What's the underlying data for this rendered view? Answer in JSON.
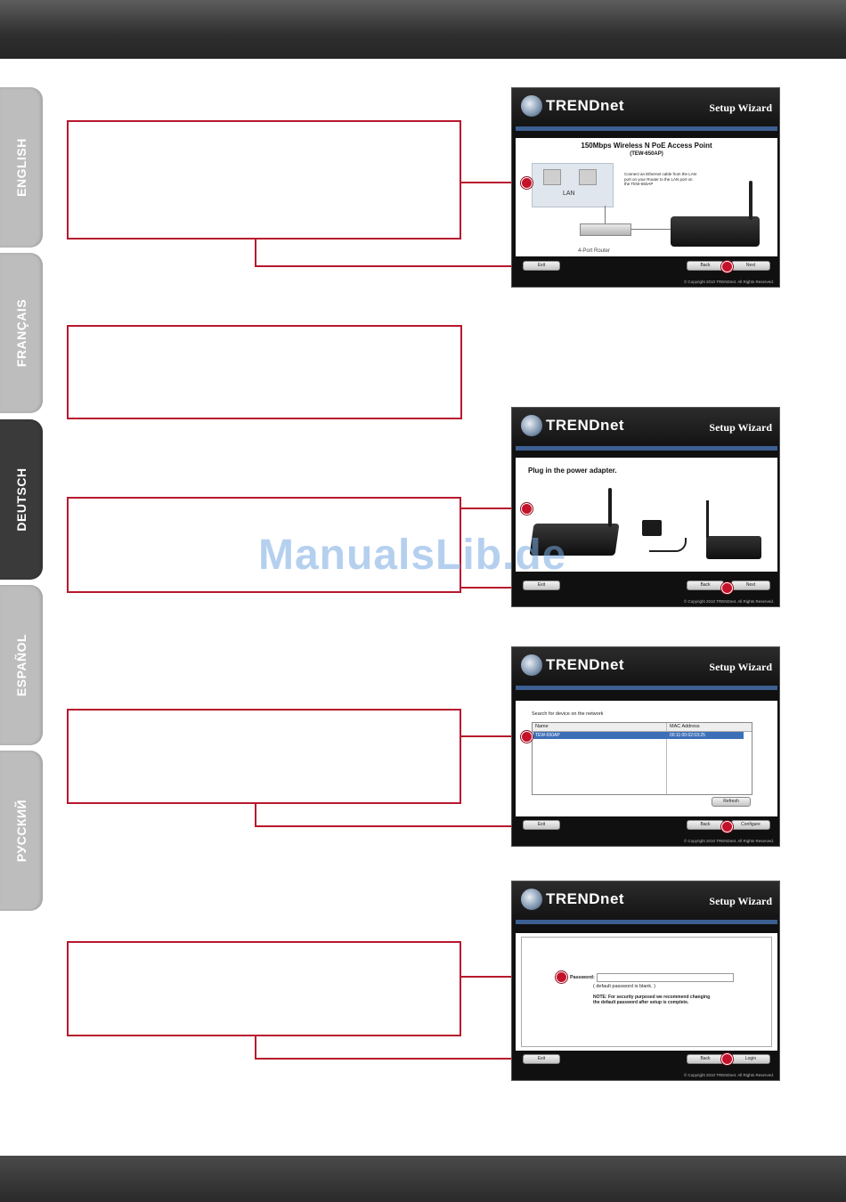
{
  "tabs": [
    {
      "label": "ENGLISH",
      "active": false
    },
    {
      "label": "FRANÇAIS",
      "active": false
    },
    {
      "label": "DEUTSCH",
      "active": true
    },
    {
      "label": "ESPAÑOL",
      "active": false
    },
    {
      "label": "РУССКИЙ",
      "active": false
    }
  ],
  "watermark": "ManualsLib.de",
  "screens": {
    "common": {
      "brand": "TRENDnet",
      "wizard_title": "Setup Wizard",
      "exit_label": "Exit",
      "back_label": "Back",
      "copyright": "© Copyright 2010 TRENDnet. All Rights Reserved."
    },
    "screen1": {
      "title": "150Mbps Wireless N PoE Access Point",
      "model": "(TEW-650AP)",
      "instruction": "Connect an Ethernet cable from the LAN port on your Router to the LAN port on the TEW-650AP",
      "lan_label": "LAN",
      "router_label": "4-Port Router",
      "next_label": "Next"
    },
    "screen2": {
      "heading": "Plug in the power adapter.",
      "next_label": "Next"
    },
    "screen3": {
      "search_label": "Search for device on the network",
      "columns": [
        "Name",
        "MAC Address"
      ],
      "rows": [
        [
          "TEW-650AP",
          "00:11:00:02:03:25"
        ]
      ],
      "refresh_label": "Refresh",
      "configure_label": "Configure"
    },
    "screen4": {
      "password_label": "Password:",
      "hint": "( default password is blank. )",
      "note": "NOTE: For security purposed we recommend changing the default password after setup is complete.",
      "login_label": "Login"
    }
  }
}
